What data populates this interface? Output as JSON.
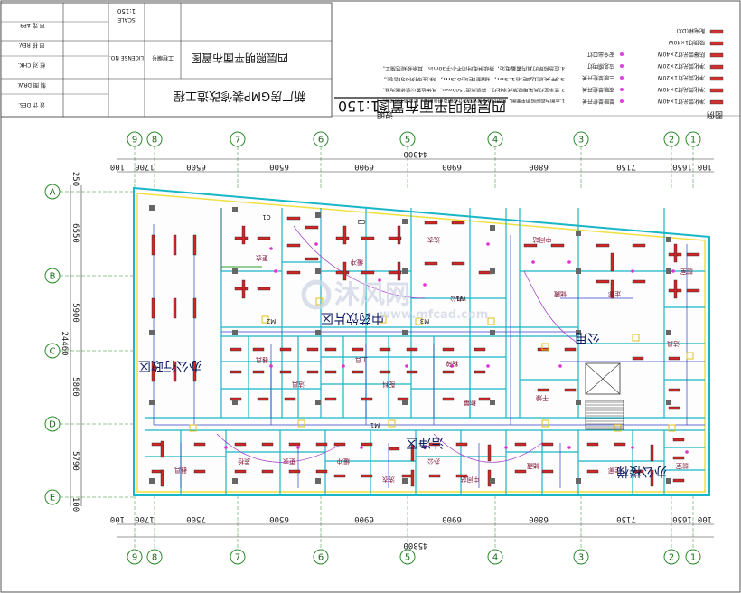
{
  "drawing": {
    "title": "四层照明平面布置图",
    "scale": "1:150",
    "project": "新厂房GMP装修改造工程",
    "sheet_title": "四层照明平面布置图",
    "title_block": {
      "labels": [
        "设 计 DES.",
        "制 图 DRW.",
        "校 对 CHK.",
        "审 核 REV.",
        "审 定 APR."
      ],
      "license": "LICENSE NO.",
      "scale_label": "SCALE",
      "scale_value": "1:150",
      "project_label": "工程编号"
    }
  },
  "notes": {
    "heading": "说明",
    "lines": [
      "1.本图为四层照明平面图，照明灯具安装详见设计说明及相关图集，配电箱见系统图。",
      "2.洁净区灯具采用吸顶式净化灯，安装高度1500mm，具体位置以装修图为准。",
      "3.开关底边距地1.3m，插座距地0.3m，除注明外均暗装。",
      "4.应急照明灯具内置蓄电池，持续供电时间不小于30min，其余按规范施工。"
    ]
  },
  "legend": {
    "heading": "图例",
    "items": [
      "净化荧光灯1×40W",
      "净化荧光灯2×40W",
      "净化荧光灯1×20W",
      "净化荧光灯2×20W",
      "防爆荧光灯2×40W",
      "吸顶灯1×40W",
      "配电箱(DX)"
    ],
    "right_items": [
      "单联单控开关",
      "双联单控开关",
      "三联单控开关",
      "应急照明灯",
      "安全出口灯"
    ]
  },
  "axes": {
    "top": [
      "9",
      "8",
      "7",
      "6",
      "5",
      "4",
      "3",
      "2",
      "1"
    ],
    "bottom": [
      "9",
      "8",
      "7",
      "6",
      "5",
      "4",
      "3",
      "2",
      "1"
    ],
    "left": [
      "A",
      "B",
      "C",
      "D",
      "E"
    ],
    "top_total": "44300",
    "bottom_total": "45300",
    "top_dims": [
      "100",
      "1700",
      "6500",
      "6500",
      "6900",
      "6900",
      "6800",
      "7150",
      "1650",
      "100"
    ],
    "bottom_dims": [
      "100",
      "1700",
      "7500",
      "6500",
      "6900",
      "6900",
      "6800",
      "7150",
      "1650",
      "100"
    ],
    "left_total": "24460",
    "left_dims": [
      "250",
      "6550",
      "5900",
      "5860",
      "5790",
      "100"
    ]
  },
  "zones": [
    "办公行政区",
    "中药饮片区",
    "洁净区",
    "办公楼梯",
    "公用"
  ],
  "rooms": [
    "更衣",
    "缓冲",
    "洗衣",
    "办公",
    "中间站",
    "储藏",
    "走廊",
    "前室",
    "器具",
    "洁具",
    "工具",
    "配料",
    "粉碎",
    "称量",
    "干燥",
    "质检"
  ],
  "circuits": [
    "C1",
    "C2",
    "W1",
    "M1",
    "M2",
    "M3"
  ],
  "watermark": {
    "main": "沐风网",
    "sub": "www.mfcad.com"
  }
}
